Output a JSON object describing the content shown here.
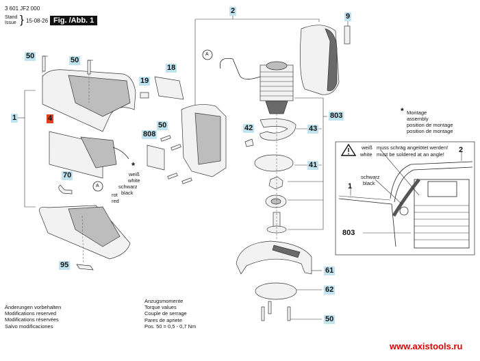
{
  "header": {
    "part_number": "3 601 JF2 000",
    "stand_label": "Stand",
    "issue_label": "Issue",
    "date": "15-08-26",
    "figure_label": "Fig. /Abb. 1"
  },
  "callouts": [
    {
      "id": "50",
      "name": "screw-top-left"
    },
    {
      "id": "50",
      "name": "screw-top-mid"
    },
    {
      "id": "18",
      "name": "switch-slider"
    },
    {
      "id": "19",
      "name": "spring"
    },
    {
      "id": "1",
      "name": "housing-shell-assembly"
    },
    {
      "id": "4",
      "name": "switch-electronics",
      "highlight": "red"
    },
    {
      "id": "50",
      "name": "screw-housing"
    },
    {
      "id": "808",
      "name": "label-plate"
    },
    {
      "id": "70",
      "name": "clip"
    },
    {
      "id": "95",
      "name": "nameplate"
    },
    {
      "id": "2",
      "name": "motor-housing-assembly"
    },
    {
      "id": "9",
      "name": "type-plate"
    },
    {
      "id": "803",
      "name": "motor"
    },
    {
      "id": "42",
      "name": "brush-clip"
    },
    {
      "id": "43",
      "name": "air-guide-ring"
    },
    {
      "id": "41",
      "name": "bearing-flange"
    },
    {
      "id": "61",
      "name": "guard-hood"
    },
    {
      "id": "62",
      "name": "guard-flange"
    },
    {
      "id": "50",
      "name": "screw-guard"
    }
  ],
  "connector_marks": [
    "A",
    "A"
  ],
  "wire_labels": {
    "white_de": "weiß",
    "white_en": "white",
    "black_de": "schwarz",
    "black_en": "black",
    "red_de": "rot",
    "red_en": "red",
    "asterisk": "*"
  },
  "montage_note": {
    "asterisk": "*",
    "lines": [
      "Montage",
      "assembly",
      "position de montage",
      "position de montage"
    ]
  },
  "inset": {
    "warning_icon": "warning-triangle-icon",
    "white_de": "weiß",
    "white_en": "white",
    "note_de": "muss schräg angelötet werden!",
    "note_en": "must be soldered at an angle!",
    "black_de": "schwarz",
    "black_en": "black",
    "callout_1": "1",
    "callout_2": "2",
    "callout_803": "803"
  },
  "footer": {
    "modifications": [
      "Änderungen vorbehalten",
      "Modifications reserved",
      "Modifications réservées",
      "Salvo modificaciones"
    ],
    "torque": [
      "Anzugsmomente",
      "Torque values",
      "Couple de serrage",
      "Pares de apriete",
      "Pos. 50 =  0,5 - 0,7 Nm"
    ],
    "website": "www.axistools.ru"
  },
  "colors": {
    "callout_bg": "#bfe3ef",
    "callout_highlight": "#e2401c",
    "website": "#e00000"
  }
}
